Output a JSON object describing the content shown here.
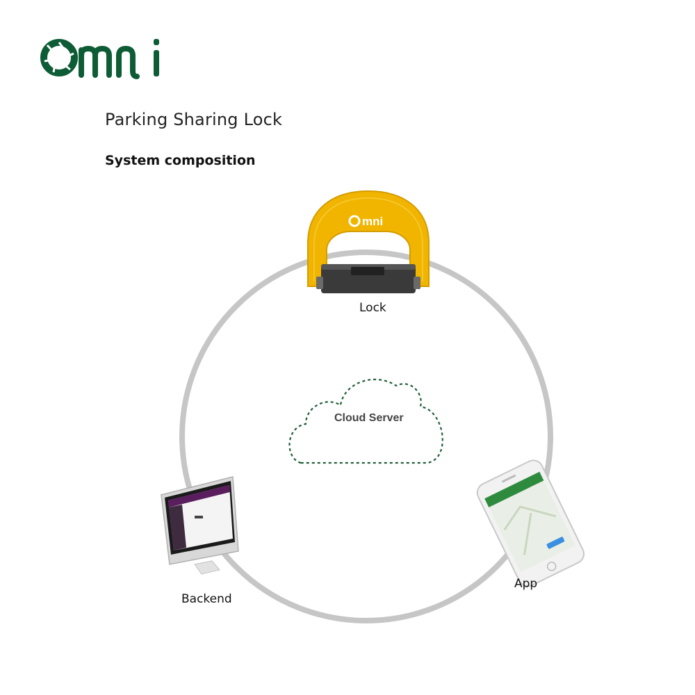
{
  "brand": {
    "name": "omni",
    "color": "#0d5c36"
  },
  "header": {
    "title": "Parking Sharing Lock",
    "subtitle": "System composition"
  },
  "diagram": {
    "center": {
      "label": "Cloud Server",
      "icon": "cloud-icon",
      "stroke": "#1f5e38"
    },
    "nodes": [
      {
        "label": "Lock",
        "icon": "parking-lock-icon",
        "color": "#f0b400"
      },
      {
        "label": "App",
        "icon": "smartphone-icon"
      },
      {
        "label": "Backend",
        "icon": "desktop-computer-icon"
      }
    ],
    "ring_color": "#c6c6c6"
  }
}
